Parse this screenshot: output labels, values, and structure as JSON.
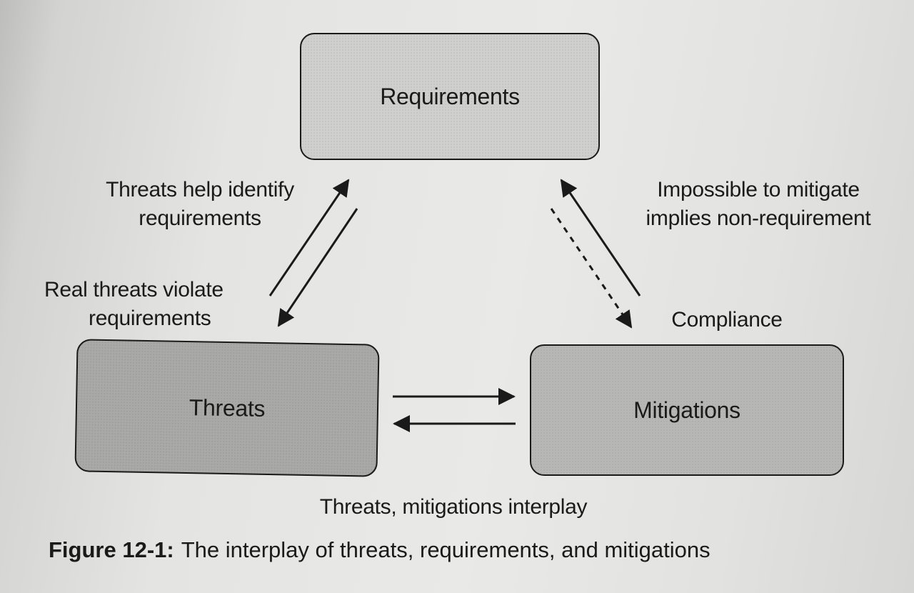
{
  "nodes": {
    "requirements": "Requirements",
    "threats": "Threats",
    "mitigations": "Mitigations"
  },
  "edge_labels": {
    "threats_help_identify": [
      "Threats help identify",
      "requirements"
    ],
    "real_threats_violate": [
      "Real threats violate",
      "requirements"
    ],
    "impossible_to_mitigate": [
      "Impossible to mitigate",
      "implies non-requirement"
    ],
    "compliance": "Compliance",
    "interplay": "Threats, mitigations interplay"
  },
  "caption": {
    "number": "Figure 12-1:",
    "text": "The interplay of threats, requirements, and mitigations"
  }
}
